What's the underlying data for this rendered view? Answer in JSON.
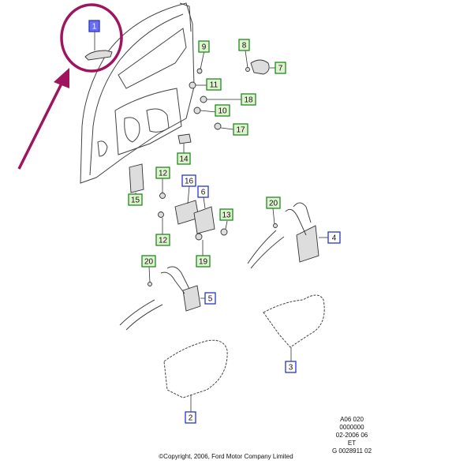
{
  "highlight_color": "#a0135e",
  "callouts": [
    {
      "num": "1",
      "style": "selected"
    },
    {
      "num": "9",
      "style": "green"
    },
    {
      "num": "8",
      "style": "green"
    },
    {
      "num": "7",
      "style": "green"
    },
    {
      "num": "11",
      "style": "green"
    },
    {
      "num": "18",
      "style": "green"
    },
    {
      "num": "10",
      "style": "green"
    },
    {
      "num": "17",
      "style": "green"
    },
    {
      "num": "14",
      "style": "green"
    },
    {
      "num": "15",
      "style": "green"
    },
    {
      "num": "12",
      "style": "green"
    },
    {
      "num": "16",
      "style": "blue"
    },
    {
      "num": "6",
      "style": "blue"
    },
    {
      "num": "13",
      "style": "green"
    },
    {
      "num": "12",
      "style": "green"
    },
    {
      "num": "19",
      "style": "green"
    },
    {
      "num": "20",
      "style": "green"
    },
    {
      "num": "4",
      "style": "blue"
    },
    {
      "num": "20",
      "style": "green"
    },
    {
      "num": "5",
      "style": "blue"
    },
    {
      "num": "3",
      "style": "blue"
    },
    {
      "num": "2",
      "style": "blue"
    }
  ],
  "stamp": [
    "A06 020",
    "0000000",
    "02-2006 06",
    "ET",
    "G 0028911 02"
  ],
  "copyright": "©Copyright, 2006, Ford Motor Company Limited"
}
